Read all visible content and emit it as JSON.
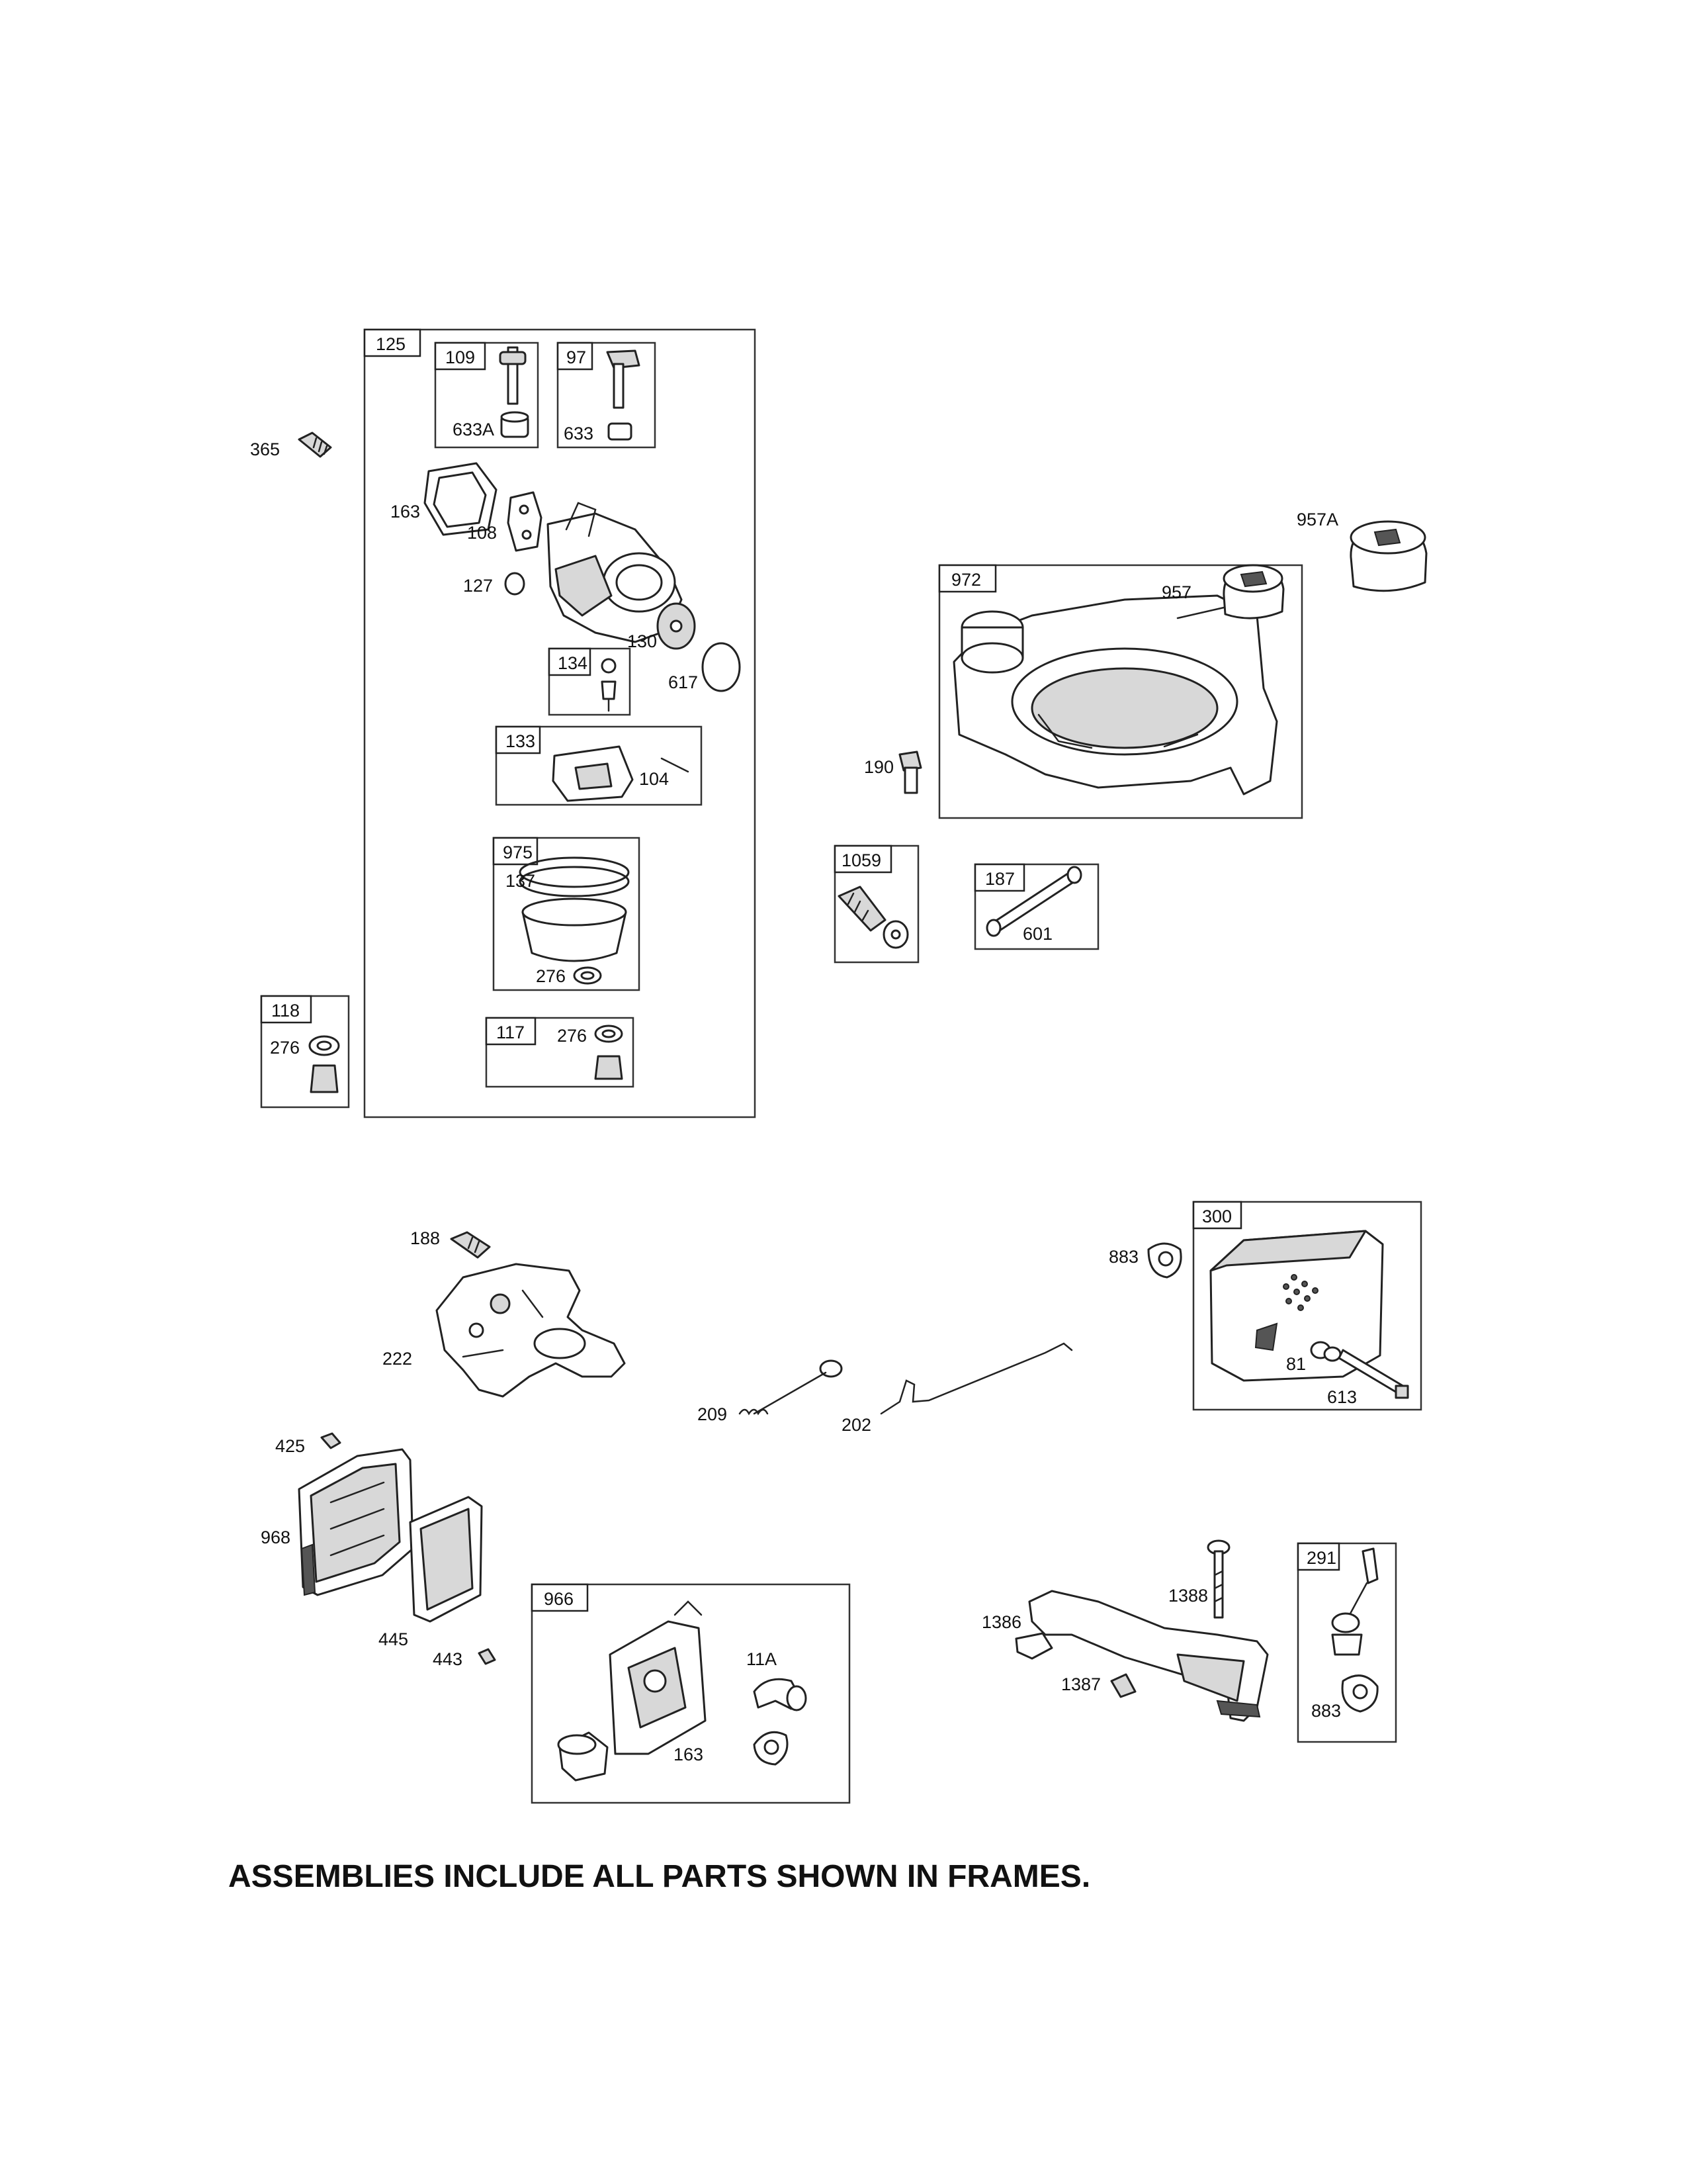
{
  "frames": {
    "f125": "125",
    "f109": "109",
    "f97": "97",
    "f134": "134",
    "f133": "133",
    "f975": "975",
    "f117": "117",
    "f118": "118",
    "f972": "972",
    "f1059": "1059",
    "f187": "187",
    "f300": "300",
    "f966": "966",
    "f291": "291"
  },
  "labels": {
    "l365": "365",
    "l633A": "633A",
    "l633": "633",
    "l163a": "163",
    "l108": "108",
    "l127": "127",
    "l130": "130",
    "l617": "617",
    "l104": "104",
    "l137": "137",
    "l276a": "276",
    "l276b": "276",
    "l276c": "276",
    "l957A": "957A",
    "l957": "957",
    "l190": "190",
    "l601": "601",
    "l188": "188",
    "l222": "222",
    "l883a": "883",
    "l81": "81",
    "l613": "613",
    "l209": "209",
    "l202": "202",
    "l425": "425",
    "l968": "968",
    "l445": "445",
    "l443": "443",
    "l11A": "11A",
    "l163b": "163",
    "l1386": "1386",
    "l1388": "1388",
    "l1387": "1387",
    "l883b": "883"
  },
  "footer": {
    "note": "ASSEMBLIES INCLUDE ALL PARTS SHOWN IN FRAMES."
  }
}
